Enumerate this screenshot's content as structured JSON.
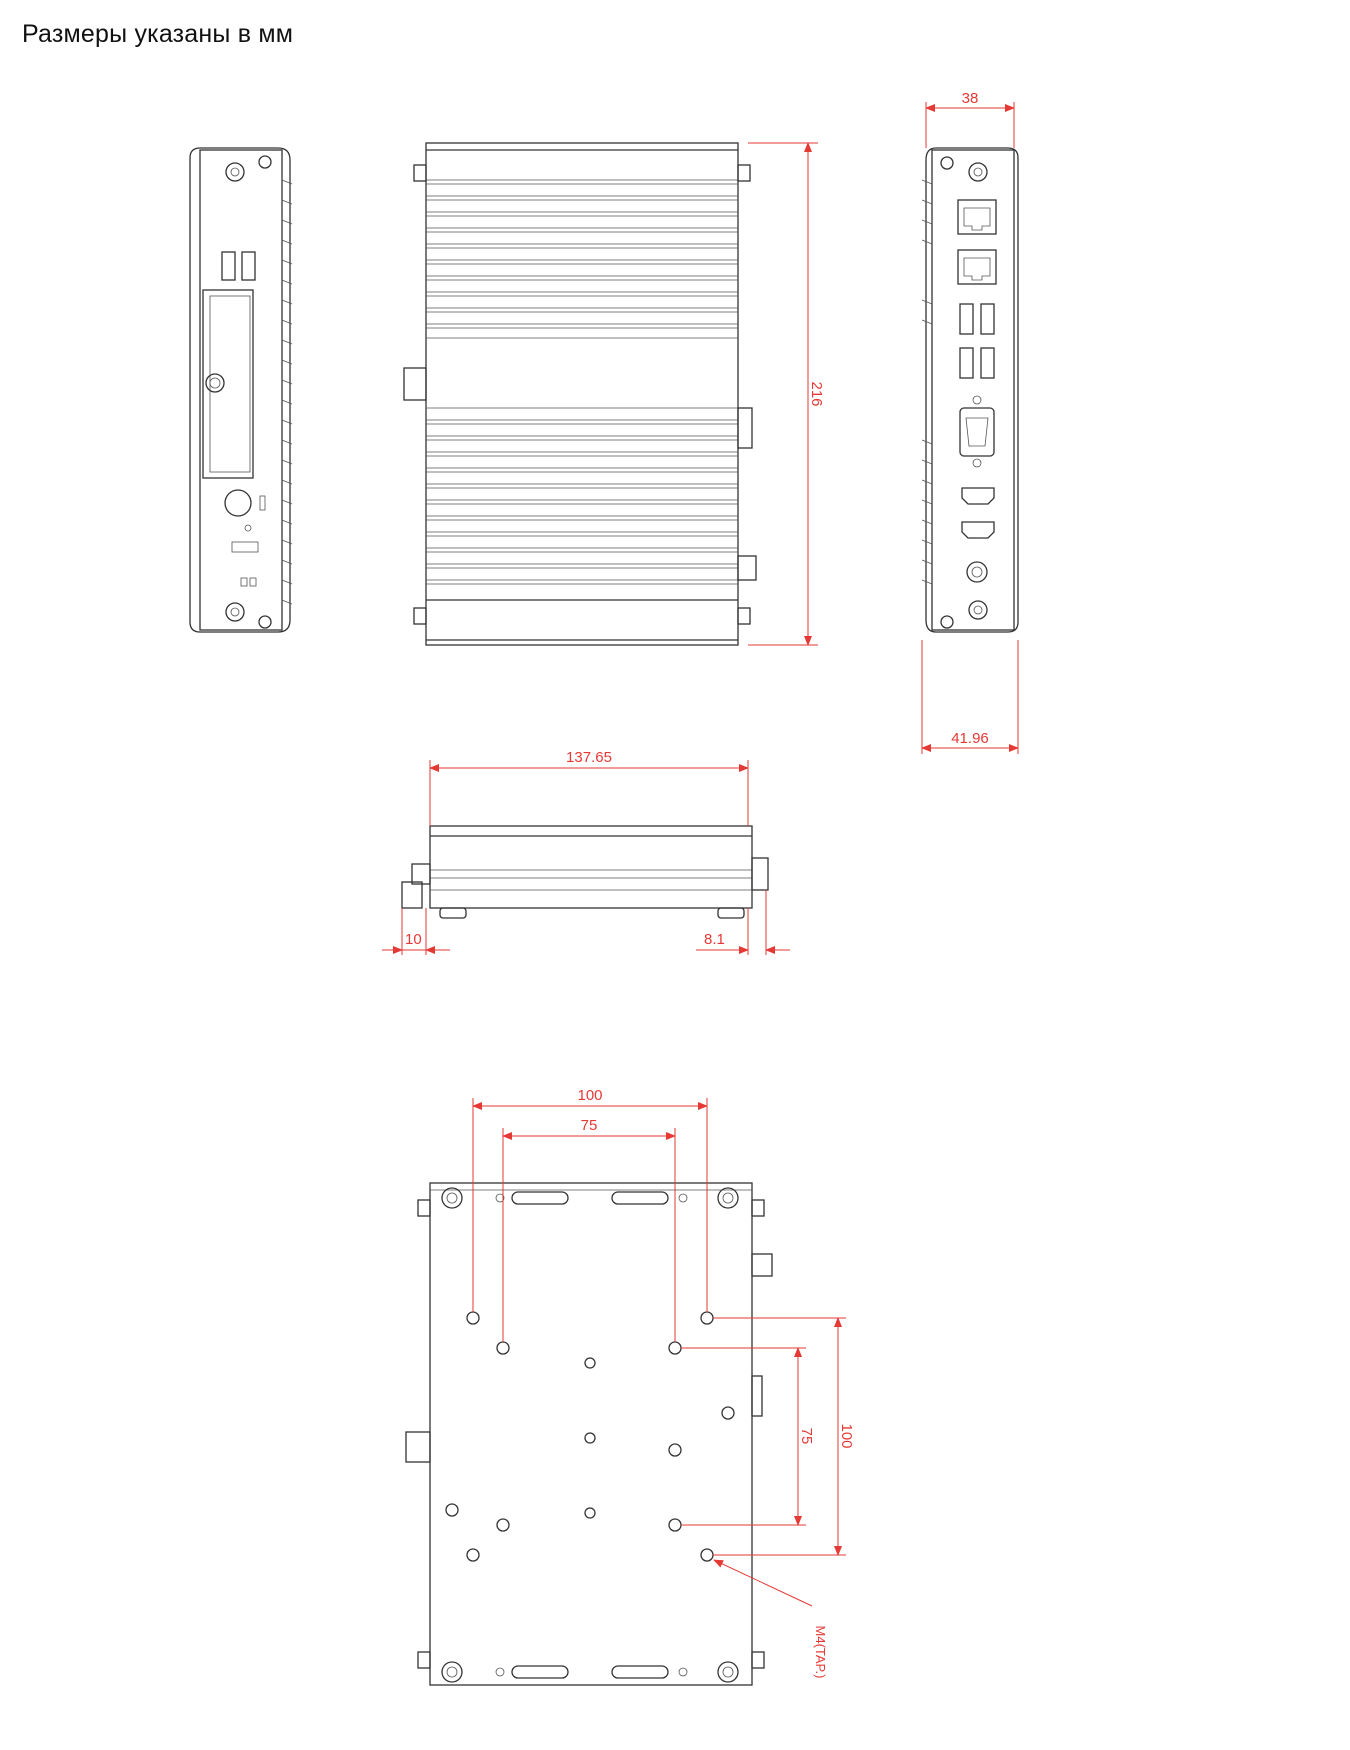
{
  "title": "Размеры указаны в мм",
  "dimensions": {
    "top_width": "38",
    "height": "216",
    "bottom_width": "41.96",
    "front_width": "137.65",
    "left_offset": "10",
    "right_offset": "8.1",
    "vesa_outer_h": "100",
    "vesa_inner_h": "75",
    "vesa_inner_v": "75",
    "vesa_outer_v": "100",
    "screw_note": "M4(TAP.)"
  },
  "colors": {
    "dimension": "#e53935",
    "outline": "#333333"
  }
}
